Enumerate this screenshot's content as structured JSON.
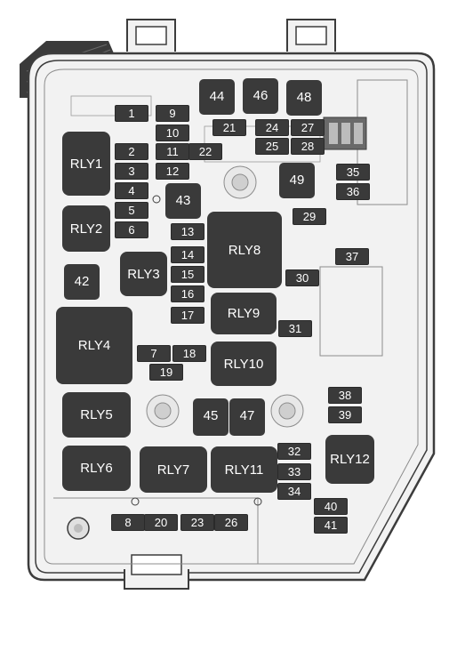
{
  "colors": {
    "housing_fill": "#f2f2f2",
    "housing_stroke": "#3c3c3c",
    "component_fill": "#3a3a3a",
    "label_text": "#ffffff",
    "detail_line": "#8c8c8c"
  },
  "fuses": {
    "f1": "1",
    "f2": "2",
    "f3": "3",
    "f4": "4",
    "f5": "5",
    "f6": "6",
    "f7": "7",
    "f8": "8",
    "f9": "9",
    "f10": "10",
    "f11": "11",
    "f12": "12",
    "f13": "13",
    "f14": "14",
    "f15": "15",
    "f16": "16",
    "f17": "17",
    "f18": "18",
    "f19": "19",
    "f20": "20",
    "f21": "21",
    "f22": "22",
    "f23": "23",
    "f24": "24",
    "f25": "25",
    "f26": "26",
    "f27": "27",
    "f28": "28",
    "f29": "29",
    "f30": "30",
    "f31": "31",
    "f32": "32",
    "f33": "33",
    "f34": "34",
    "f35": "35",
    "f36": "36",
    "f37": "37",
    "f38": "38",
    "f39": "39",
    "f40": "40",
    "f41": "41"
  },
  "blocks": {
    "b42": "42",
    "b43": "43",
    "b44": "44",
    "b45": "45",
    "b46": "46",
    "b47": "47",
    "b48": "48",
    "b49": "49"
  },
  "relays": {
    "rly1": "RLY1",
    "rly2": "RLY2",
    "rly3": "RLY3",
    "rly4": "RLY4",
    "rly5": "RLY5",
    "rly6": "RLY6",
    "rly7": "RLY7",
    "rly8": "RLY8",
    "rly9": "RLY9",
    "rly10": "RLY10",
    "rly11": "RLY11",
    "rly12": "RLY12"
  }
}
